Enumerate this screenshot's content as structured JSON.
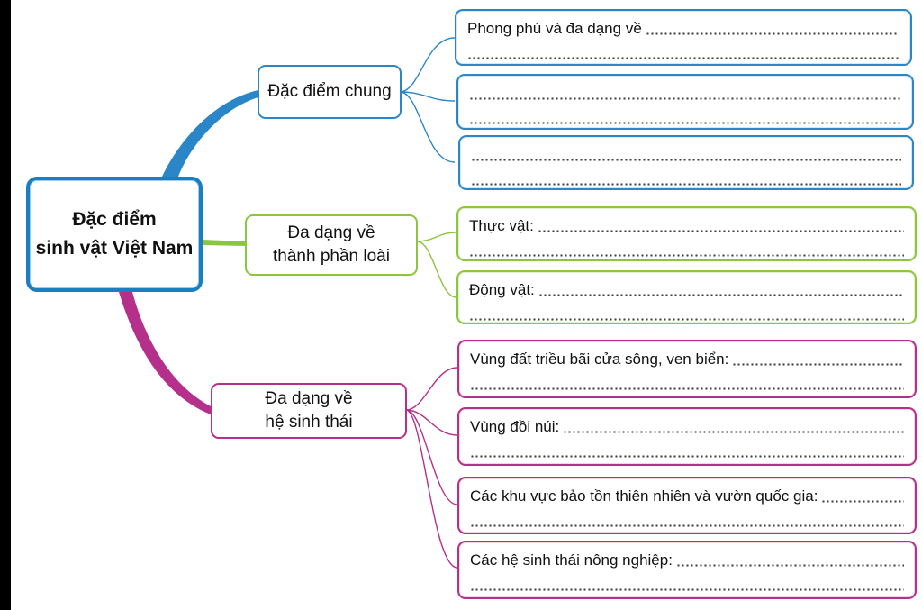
{
  "central": {
    "line1": "Đặc điểm",
    "line2": "sinh vật Việt Nam"
  },
  "branches": [
    {
      "label_lines": [
        "Đặc điểm chung"
      ],
      "color": "#2a86c6",
      "leaves": [
        {
          "label": "Phong phú và đa dạng về"
        },
        {
          "label": ""
        },
        {
          "label": ""
        }
      ]
    },
    {
      "label_lines": [
        "Đa dạng về",
        "thành phần loài"
      ],
      "color": "#8cc63f",
      "leaves": [
        {
          "label": "Thực vật:"
        },
        {
          "label": "Động vật:"
        }
      ]
    },
    {
      "label_lines": [
        "Đa dạng về",
        "hệ sinh thái"
      ],
      "color": "#b5308a",
      "leaves": [
        {
          "label": "Vùng đất triều bãi cửa sông, ven biển:"
        },
        {
          "label": "Vùng đồi núi:"
        },
        {
          "label": "Các khu vực bảo tồn thiên nhiên và vườn quốc gia:"
        },
        {
          "label": "Các hệ sinh thái nông nghiệp:"
        }
      ]
    }
  ]
}
